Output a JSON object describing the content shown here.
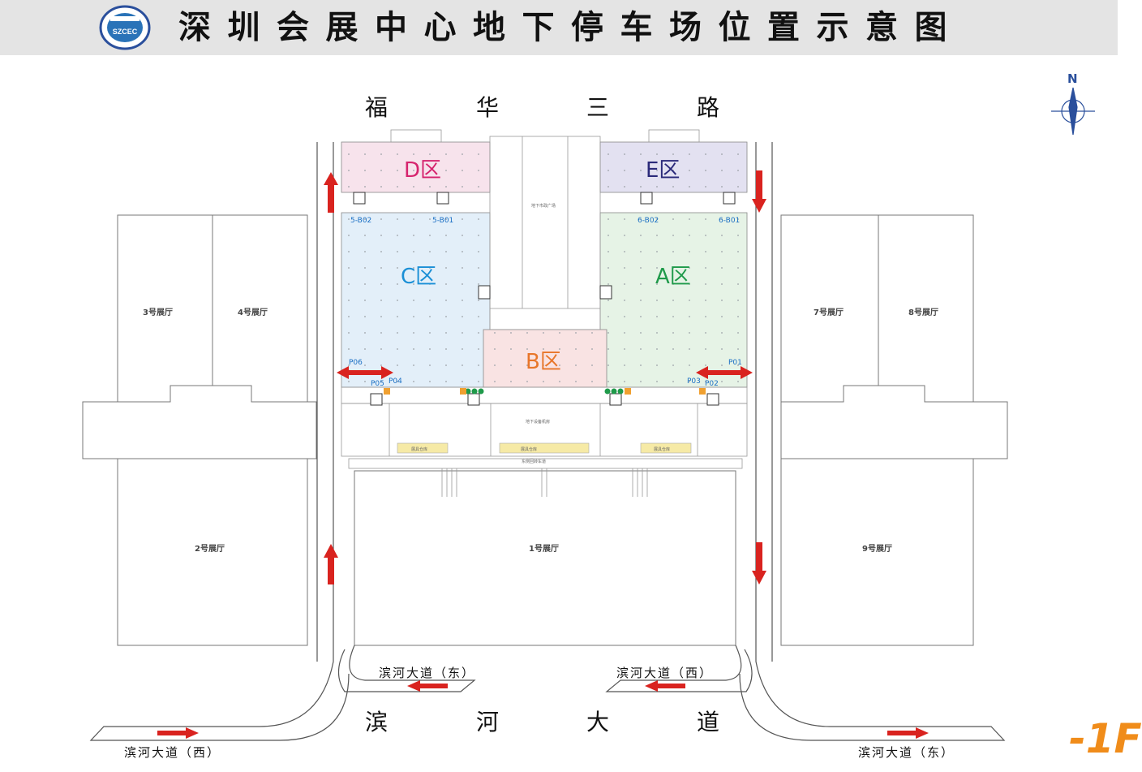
{
  "header": {
    "title": "深圳会展中心地下停车场位置示意图",
    "logo_text": "SZCEC"
  },
  "roads": {
    "north": [
      "福",
      "华",
      "三",
      "路"
    ],
    "south": [
      "滨",
      "河",
      "大",
      "道"
    ],
    "inner_west": "滨河大道（东）",
    "inner_east": "滨河大道（西）",
    "outer_west": "滨河大道（西）",
    "outer_east": "滨河大道（东）"
  },
  "zones": {
    "d": {
      "label": "D区",
      "color": "#d6246e"
    },
    "e": {
      "label": "E区",
      "color": "#2b2a7a"
    },
    "c": {
      "label": "C区",
      "color": "#1a8fd6"
    },
    "a": {
      "label": "A区",
      "color": "#1f9a4a"
    },
    "b": {
      "label": "B区",
      "color": "#e8762a"
    }
  },
  "halls": {
    "h3": "3号展厅",
    "h4": "4号展厅",
    "h7": "7号展厅",
    "h8": "8号展厅",
    "h2": "2号展厅",
    "h1": "1号展厅",
    "h9": "9号展厅"
  },
  "exits": {
    "e5b02": "5-B02",
    "e5b01": "5-B01",
    "e6b02": "6-B02",
    "e6b01": "6-B01",
    "p06": "P06",
    "p05": "P05",
    "p04": "P04",
    "p03": "P03",
    "p02": "P02",
    "p01": "P01"
  },
  "small_notes": {
    "plaza": "地下市政广场",
    "service_road": "东侧回转车道",
    "equipment_1": "地下设备机房",
    "store_left": "展具仓库",
    "store_mid": "展具仓库",
    "store_right": "展具仓库"
  },
  "compass": {
    "north": "N"
  },
  "floor": {
    "label": "-1F"
  },
  "colors": {
    "arrow": "#d9231f",
    "d_fill": "#f7e3ec",
    "e_fill": "#e3e1f1",
    "c_fill": "#e3eff9",
    "a_fill": "#e6f3e6",
    "b_fill": "#f9e3e3",
    "floor": "#f08c1a"
  }
}
